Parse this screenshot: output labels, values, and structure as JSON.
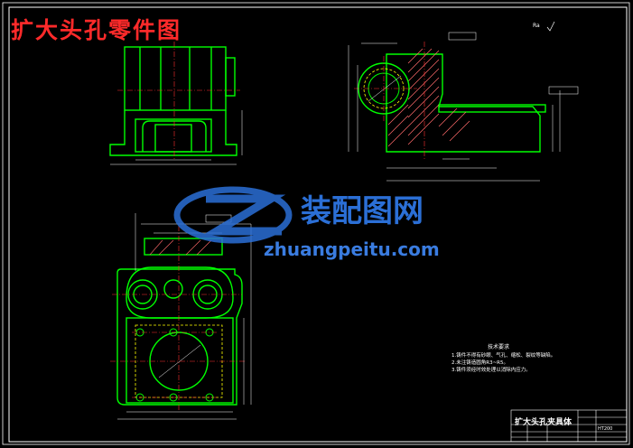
{
  "title": "扩大头孔零件图",
  "watermark": {
    "cn": "装配图网",
    "en": "zhuangpeitu.com"
  },
  "roughness_symbol": "Ra",
  "technical_requirements": {
    "heading": "技术要求",
    "items": [
      "1.铸件不得有砂眼、气孔、缩松、裂纹等缺陷。",
      "2.未注铸造圆角R3~R5。",
      "3.铸件须经时效处理以消除内应力。"
    ]
  },
  "title_block": {
    "name": "扩大头孔夹具体",
    "material": "HT200"
  },
  "colors": {
    "background": "#000000",
    "outline": "#00ff00",
    "center_line": "#ff3030",
    "dimension": "#ffffff",
    "hatch": "#ff6a6a",
    "hidden": "#ffff00",
    "border": "#ffffff",
    "watermark": "#2b6fd6"
  }
}
